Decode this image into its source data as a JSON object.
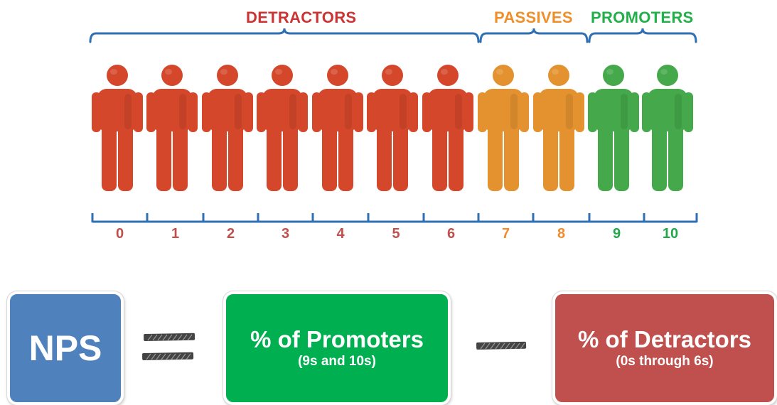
{
  "categories": [
    {
      "label": "DETRACTORS",
      "color": "#cc3333"
    },
    {
      "label": "PASSIVES",
      "color": "#ee8f2a"
    },
    {
      "label": "PROMOTERS",
      "color": "#22b04a"
    }
  ],
  "scores": [
    "0",
    "1",
    "2",
    "3",
    "4",
    "5",
    "6",
    "7",
    "8",
    "9",
    "10"
  ],
  "score_categories": [
    "detractor",
    "detractor",
    "detractor",
    "detractor",
    "detractor",
    "detractor",
    "detractor",
    "passive",
    "passive",
    "promoter",
    "promoter"
  ],
  "figure_colors": {
    "detractor": "#d4472b",
    "passive": "#e3922f",
    "promoter": "#45a84a"
  },
  "score_label_colors": {
    "detractor": "#c0504d",
    "passive": "#f08c2c",
    "promoter": "#22a84a"
  },
  "bracket_color": "#2f6fb3",
  "formula": {
    "nps": {
      "label": "NPS",
      "color": "#4f81bd"
    },
    "promoters": {
      "label": "% of Promoters",
      "sub": "(9s and 10s)",
      "color": "#00b050"
    },
    "detractors": {
      "label": "% of Detractors",
      "sub": "(0s through 6s)",
      "color": "#c0504d"
    },
    "operator_color": "#444444"
  }
}
